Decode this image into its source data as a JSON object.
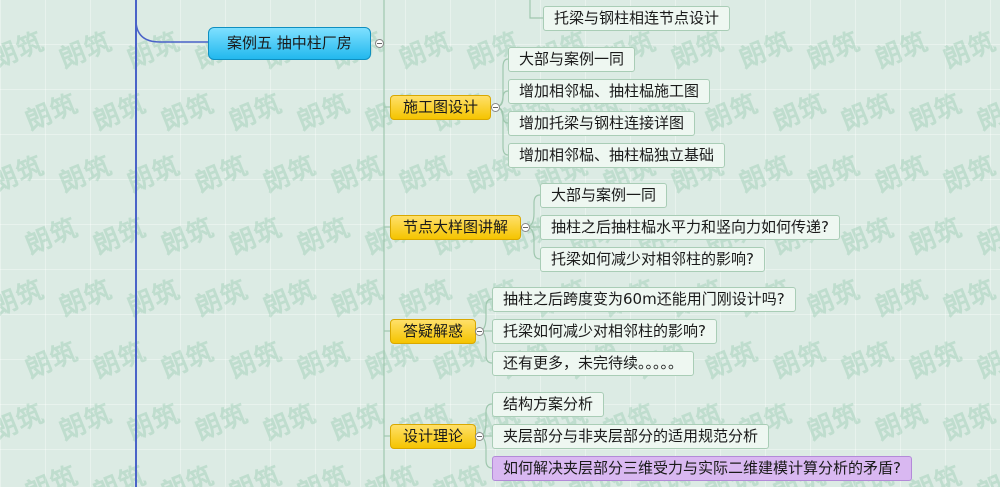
{
  "watermark": "朗筑",
  "central": {
    "label": "案例五 抽中柱厂房"
  },
  "top_leaf": {
    "label": "托梁与钢柱相连节点设计"
  },
  "branches": [
    {
      "label": "施工图设计",
      "leaves": [
        "大部与案例一同",
        "增加相邻榀、抽柱榀施工图",
        "增加托梁与钢柱连接详图",
        "增加相邻榀、抽柱榀独立基础"
      ]
    },
    {
      "label": "节点大样图讲解",
      "leaves": [
        "大部与案例一同",
        "抽柱之后抽柱榀水平力和竖向力如何传递?",
        "托梁如何减少对相邻柱的影响?"
      ]
    },
    {
      "label": "答疑解惑",
      "leaves": [
        "抽柱之后跨度变为60m还能用门刚设计吗?",
        "托梁如何减少对相邻柱的影响?",
        "还有更多，未完待续。。。。。"
      ]
    },
    {
      "label": "设计理论",
      "leaves": [
        "结构方案分析",
        "夹层部分与非夹层部分的适用规范分析",
        "如何解决夹层部分三维受力与实际二维建模计算分析的矛盾?"
      ]
    }
  ],
  "colors": {
    "central": "#22b8ee",
    "branch": "#f5c400",
    "leaf": "#eef7f1",
    "highlight": "#d9b8f1",
    "line_main": "#4a63c8",
    "line_sub": "#9fc7ae"
  }
}
